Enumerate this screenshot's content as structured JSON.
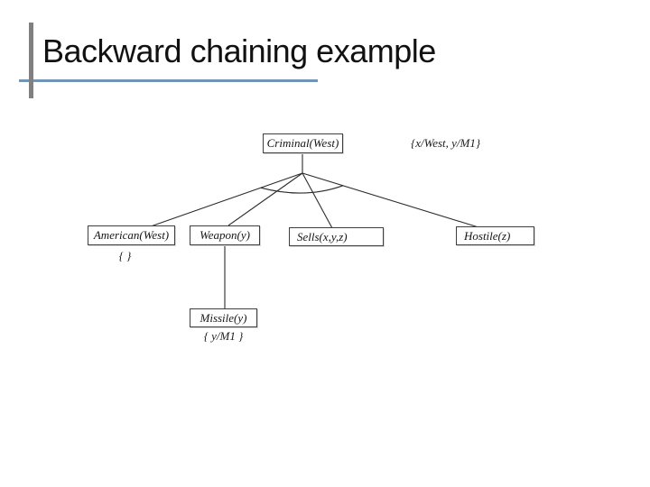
{
  "slide": {
    "title": "Backward chaining example"
  },
  "colors": {
    "title_text": "#111111",
    "accent_bar_gray": "#808080",
    "accent_underline_blue": "#7294b8",
    "connector_line": "#2b2b2b",
    "node_border": "#3f3f3f",
    "background": "#ffffff"
  },
  "diagram": {
    "type": "backward-chaining proof tree",
    "root": {
      "label": "Criminal(West)"
    },
    "substitution": "{x/West, y/M1}",
    "children": [
      {
        "label": "American(West)",
        "substitution": "{ }"
      },
      {
        "label": "Weapon(y)"
      },
      {
        "label": "Sells(x,y,z)"
      },
      {
        "label": "Hostile(z)"
      }
    ],
    "grandchild": {
      "label": "Missile(y)",
      "substitution": "{ y/M1 }"
    }
  }
}
